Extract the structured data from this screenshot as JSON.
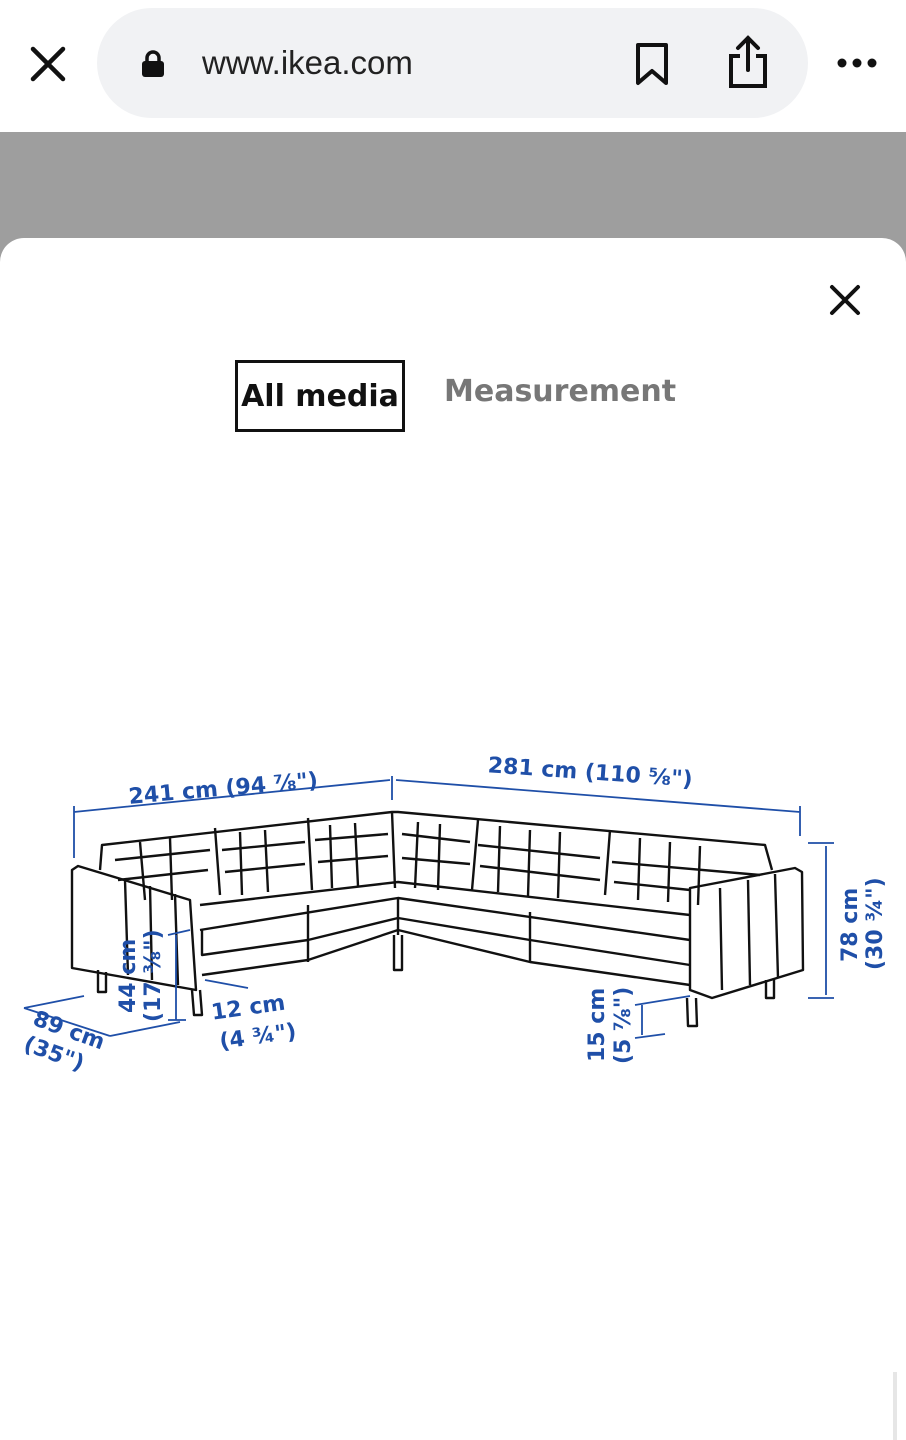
{
  "browser": {
    "url": "www.ikea.com",
    "icons": [
      "close-icon",
      "lock-icon",
      "bookmark-icon",
      "share-icon",
      "more-icon"
    ]
  },
  "modal": {
    "tabs": [
      {
        "label": "All media",
        "selected": true
      },
      {
        "label": "Measurement",
        "selected": false
      }
    ],
    "close_icon": "close-icon"
  },
  "drawing": {
    "colors": {
      "dimension": "#1f4fa8",
      "outline": "#111111"
    },
    "dimensions": {
      "left_width": "241 cm (94 ⅞\")",
      "right_width": "281 cm (110 ⅝\")",
      "height_cm": "78 cm",
      "height_in": "(30 ¾\")",
      "seat_height_cm": "44 cm",
      "seat_height_in": "(17 ⅜\")",
      "leg_cm": "12 cm",
      "leg_in": "(4 ¾\")",
      "depth_cm": "89 cm",
      "depth_in": "(35\")",
      "clearance_cm": "15 cm",
      "clearance_in": "(5 ⅞\")"
    }
  }
}
